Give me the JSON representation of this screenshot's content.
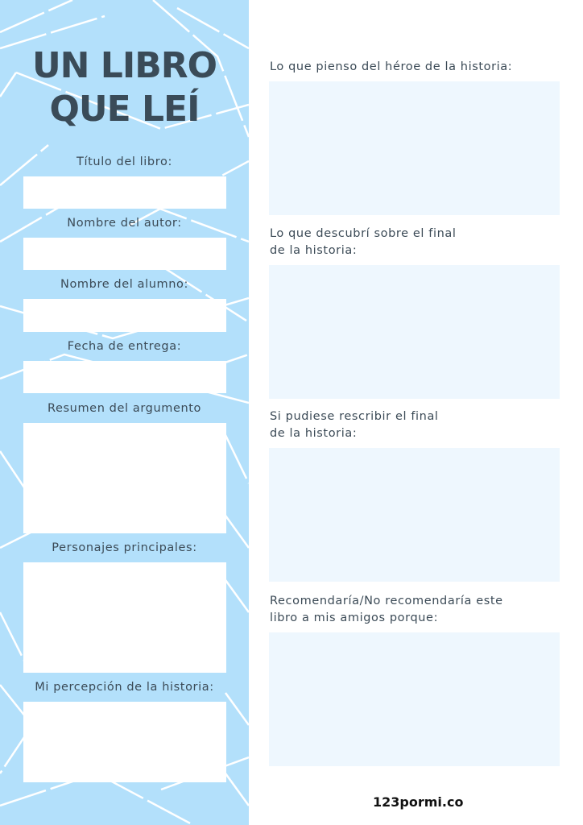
{
  "title": {
    "line1": "UN LIBRO",
    "line2": "QUE LEÍ"
  },
  "left_fields": [
    "Título del libro:",
    "Nombre del autor:",
    "Nombre del alumno:",
    "Fecha de entrega:",
    "Resumen del argumento",
    "Personajes principales:",
    "Mi percepción de la historia:"
  ],
  "right_fields": [
    {
      "line1": "Lo que pienso del héroe de la historia:",
      "line2": ""
    },
    {
      "line1": "Lo que descubrí sobre el final",
      "line2": "de la historia:"
    },
    {
      "line1": "Si pudiese rescribir el final",
      "line2": "de la historia:"
    },
    {
      "line1": "Recomendaría/No recomendaría este",
      "line2": "libro a mis amigos porque:"
    }
  ],
  "footer": "123pormi.co",
  "colors": {
    "panel": "#b3e0fb",
    "text": "#3b4a56",
    "answer_box": "#eef7fe"
  }
}
